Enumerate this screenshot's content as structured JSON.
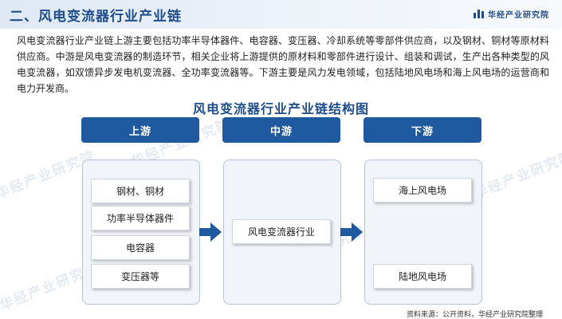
{
  "header": {
    "title": "二、风电变流器行业产业链",
    "brand": "华经产业研究院"
  },
  "intro": "风电变流器行业产业链上游主要包括功率半导体器件、电容器、变压器、冷却系统等零部件供应商，以及钢材、铜材等原材料供应商。中游是风电变流器的制造环节，相关企业将上游提供的原材料和零部件进行设计、组装和调试，生产出各种类型的风电变流器，如双馈异步发电机变流器、全功率变流器等。下游主要是风力发电领域，包括陆地风电场和海上风电场的运营商和电力开发商。",
  "diagram": {
    "title": "风电变流器行业产业链结构图",
    "stages": [
      {
        "label": "上游",
        "items": [
          "钢材、铜材",
          "功率半导体器件",
          "电容器",
          "变压器等"
        ]
      },
      {
        "label": "中游",
        "items": [
          "风电变流器行业"
        ]
      },
      {
        "label": "下游",
        "items": [
          "海上风电场",
          "陆地风电场"
        ]
      }
    ]
  },
  "source": "资料来源：公开资料，华经产业研究院整理",
  "colors": {
    "primary": "#1f5aa0",
    "title": "#1f4e8c",
    "panel_bg": "#f1f4f9",
    "panel_border": "#b4c4da"
  }
}
